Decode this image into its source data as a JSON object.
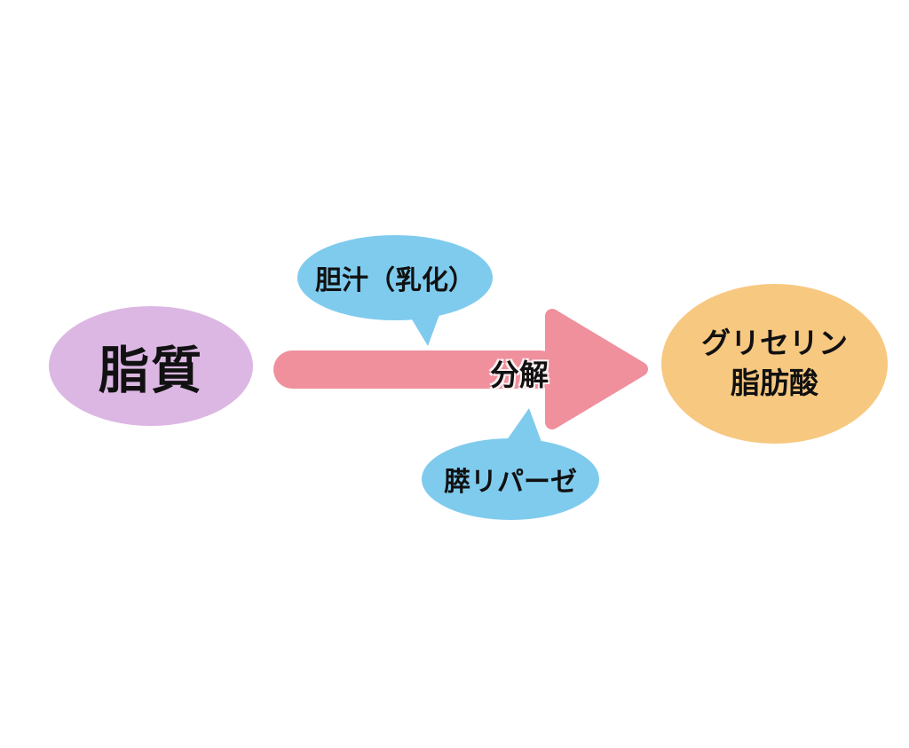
{
  "diagram": {
    "background_color": "#ffffff",
    "source": {
      "label": "脂質",
      "color": "#dcb7e3"
    },
    "arrow": {
      "label": "分解",
      "color": "#ef909c"
    },
    "bubble_top": {
      "label": "胆汁（乳化）",
      "color": "#7fcbee"
    },
    "bubble_bottom": {
      "label": "膵リパーゼ",
      "color": "#7fcbee"
    },
    "product": {
      "line1": "グリセリン",
      "line2": "脂肪酸",
      "color": "#f7c880"
    }
  }
}
